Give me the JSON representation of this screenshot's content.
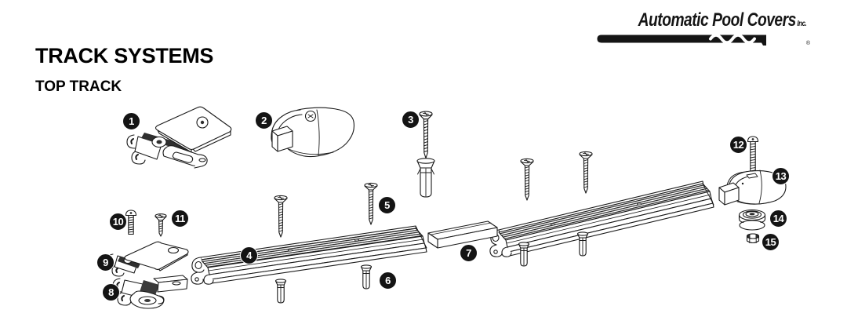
{
  "header": {
    "title": "TRACK SYSTEMS",
    "subtitle": "TOP TRACK"
  },
  "logo": {
    "name": "Automatic Pool Covers",
    "suffix": "Inc.",
    "registered": "®"
  },
  "diagram": {
    "parts": [
      {
        "number": "1"
      },
      {
        "number": "2"
      },
      {
        "number": "3"
      },
      {
        "number": "4"
      },
      {
        "number": "5"
      },
      {
        "number": "6"
      },
      {
        "number": "7"
      },
      {
        "number": "8"
      },
      {
        "number": "9"
      },
      {
        "number": "10"
      },
      {
        "number": "11"
      },
      {
        "number": "12"
      },
      {
        "number": "13"
      },
      {
        "number": "14"
      },
      {
        "number": "15"
      }
    ]
  },
  "colors": {
    "ink": "#1a1a1a",
    "background": "#ffffff",
    "badge_bg": "#141414",
    "badge_text": "#ffffff"
  }
}
